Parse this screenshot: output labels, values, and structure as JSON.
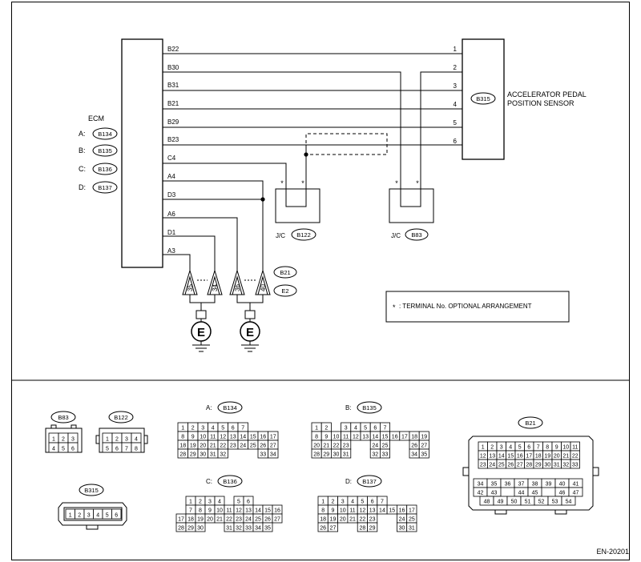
{
  "ecm": {
    "title": "ECM",
    "connectors": [
      {
        "prefix": "A:",
        "code": "B134"
      },
      {
        "prefix": "B:",
        "code": "B135"
      },
      {
        "prefix": "C:",
        "code": "B136"
      },
      {
        "prefix": "D:",
        "code": "B137"
      }
    ],
    "terminals": [
      "B22",
      "B30",
      "B31",
      "B21",
      "B29",
      "B23",
      "C4",
      "A4",
      "D3",
      "A6",
      "D1",
      "A3"
    ]
  },
  "sensor": {
    "connector": "B315",
    "name_line1": "ACCELERATOR PEDAL",
    "name_line2": "POSITION SENSOR",
    "pins": [
      "1",
      "2",
      "3",
      "4",
      "5",
      "6"
    ]
  },
  "junctions": [
    {
      "prefix": "J/C",
      "code": "B122",
      "star": "*"
    },
    {
      "prefix": "J/C",
      "code": "B83",
      "star": "*"
    }
  ],
  "ground_pins": [
    "35",
    "34",
    "36",
    "40"
  ],
  "ground_connectors": [
    "B21",
    "E2"
  ],
  "ground_symbol": "E",
  "legend": {
    "star": "*",
    "text": ": TERMINAL No. OPTIONAL ARRANGEMENT"
  },
  "connector_views": {
    "B83": {
      "label": "B83",
      "rows": [
        [
          "1",
          "2",
          "3"
        ],
        [
          "4",
          "5",
          "6"
        ]
      ]
    },
    "B122": {
      "label": "B122",
      "rows": [
        [
          "1",
          "2",
          "3",
          "4"
        ],
        [
          "5",
          "6",
          "7",
          "8"
        ]
      ]
    },
    "B315": {
      "label": "B315",
      "pins": [
        "1",
        "2",
        "3",
        "4",
        "5",
        "6"
      ]
    },
    "A": {
      "prefix": "A:",
      "label": "B134",
      "rows": [
        [
          "1",
          "2",
          "3",
          "4",
          "5",
          "6",
          "7"
        ],
        [
          "8",
          "9",
          "10",
          "11",
          "12",
          "13",
          "14",
          "15",
          "16",
          "17"
        ],
        [
          "18",
          "19",
          "20",
          "21",
          "22",
          "23",
          "24",
          "25",
          "26",
          "27"
        ],
        [
          "28",
          "29",
          "30",
          "31",
          "32",
          "",
          "",
          "",
          "33",
          "34"
        ]
      ]
    },
    "B": {
      "prefix": "B:",
      "label": "B135",
      "rows": [
        [
          "1",
          "2",
          "",
          "3",
          "4",
          "5",
          "6",
          "7"
        ],
        [
          "8",
          "9",
          "10",
          "11",
          "12",
          "13",
          "14",
          "15",
          "16",
          "17",
          "18",
          "19"
        ],
        [
          "20",
          "21",
          "22",
          "23",
          "",
          "",
          "24",
          "25",
          "",
          "",
          "26",
          "27"
        ],
        [
          "28",
          "29",
          "30",
          "31",
          "",
          "",
          "32",
          "33",
          "",
          "",
          "34",
          "35"
        ]
      ]
    },
    "C": {
      "prefix": "C:",
      "label": "B136",
      "rows": [
        [
          "1",
          "2",
          "3",
          "4",
          "",
          "5",
          "6"
        ],
        [
          "",
          "7",
          "8",
          "9",
          "10",
          "11",
          "12",
          "13",
          "14",
          "15",
          "16"
        ],
        [
          "17",
          "18",
          "19",
          "20",
          "21",
          "22",
          "23",
          "24",
          "25",
          "26",
          "27"
        ],
        [
          "28",
          "29",
          "30",
          "",
          "",
          "31",
          "32",
          "33",
          "34",
          "35"
        ]
      ]
    },
    "D": {
      "prefix": "D:",
      "label": "B137",
      "rows": [
        [
          "1",
          "2",
          "3",
          "4",
          "5",
          "6",
          "7"
        ],
        [
          "8",
          "9",
          "10",
          "11",
          "12",
          "13",
          "14",
          "15",
          "16",
          "17"
        ],
        [
          "18",
          "19",
          "20",
          "21",
          "22",
          "23",
          "",
          "",
          "24",
          "25"
        ],
        [
          "26",
          "27",
          "",
          "",
          "28",
          "29",
          "",
          "",
          "30",
          "31"
        ]
      ]
    },
    "B21": {
      "label": "B21",
      "rows": [
        [
          "1",
          "2",
          "3",
          "4",
          "5",
          "6",
          "7",
          "8",
          "9",
          "10",
          "11"
        ],
        [
          "12",
          "13",
          "14",
          "15",
          "16",
          "17",
          "18",
          "19",
          "20",
          "21",
          "22"
        ],
        [
          "23",
          "24",
          "25",
          "26",
          "27",
          "28",
          "29",
          "30",
          "31",
          "32",
          "33"
        ],
        [
          "34",
          "35",
          "36",
          "37",
          "38",
          "39",
          "40",
          "41"
        ],
        [
          "42",
          "43",
          "",
          "44",
          "45",
          "",
          "46",
          "47"
        ],
        [
          "48",
          "49",
          "50",
          "51",
          "52",
          "53",
          "54"
        ]
      ]
    }
  },
  "figure_id": "EN-20201"
}
